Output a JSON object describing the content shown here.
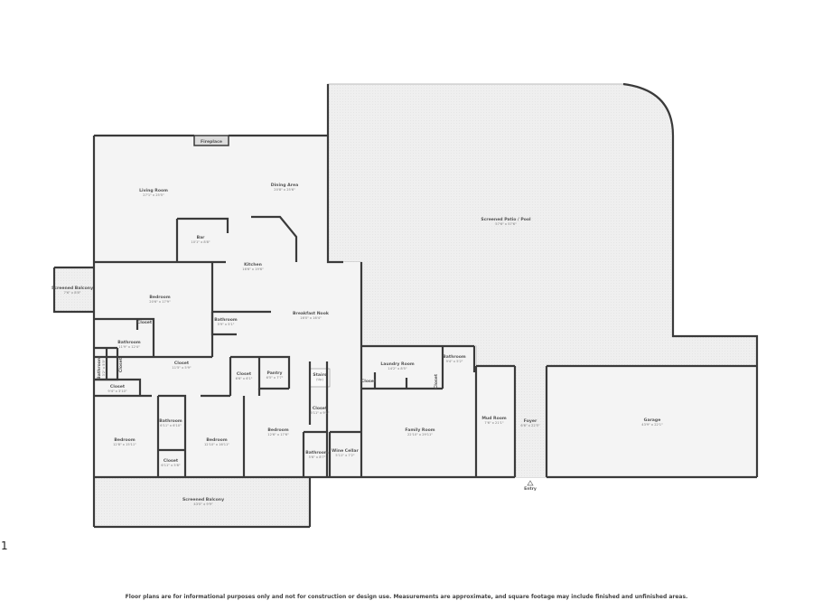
{
  "page_number": "1",
  "footer": "Floor plans are for informational purposes only and not for construction or design use. Measurements are approximate, and square footage may include finished and unfinished areas.",
  "colors": {
    "wall": "#3a3a3a",
    "floor": "#f4f4f4",
    "hatched_floor": "#ececec",
    "window": "#bdbdbd"
  },
  "rooms": [
    {
      "name": "Fireplace",
      "dims": ""
    },
    {
      "name": "Living Room",
      "dims": "27'1\" x 25'5\""
    },
    {
      "name": "Dining Area",
      "dims": "20'8\" x 25'6\""
    },
    {
      "name": "Bar",
      "dims": "10'1\" x 8'8\""
    },
    {
      "name": "Kitchen",
      "dims": "16'6\" x 19'6\""
    },
    {
      "name": "Screened Balcony",
      "dims": "7'6\" x 8'8\""
    },
    {
      "name": "Bedroom",
      "dims": "20'6\" x 17'9\""
    },
    {
      "name": "Breakfast Nook",
      "dims": "16'0\" x 16'4\""
    },
    {
      "name": "Bathroom",
      "dims": "5'9\" x 5'1\""
    },
    {
      "name": "Closet",
      "dims": ""
    },
    {
      "name": "Bathroom",
      "dims": "11'9\" x 12'4\""
    },
    {
      "name": "Bathroom",
      "dims": "3'2\" x 5'5\""
    },
    {
      "name": "Closet",
      "dims": ""
    },
    {
      "name": "Closet",
      "dims": "11'5\" x 5'9\""
    },
    {
      "name": "Closet",
      "dims": "9'4\" x 3'10\""
    },
    {
      "name": "Closet",
      "dims": "6'6\" x 6'1\""
    },
    {
      "name": "Pantry",
      "dims": "6'5\" x 7'7\""
    },
    {
      "name": "Stairs",
      "dims": "(Up)"
    },
    {
      "name": "Closet",
      "dims": "3'11\" x 9'1\""
    },
    {
      "name": "Bathroom",
      "dims": "6'11\" x 6'10\""
    },
    {
      "name": "Bedroom",
      "dims": "12'8\" x 15'11\""
    },
    {
      "name": "Bedroom",
      "dims": "12'10\" x 16'11\""
    },
    {
      "name": "Bedroom",
      "dims": "12'6\" x 17'6\""
    },
    {
      "name": "Closet",
      "dims": "6'11\" x 5'8\""
    },
    {
      "name": "Bathroom",
      "dims": "5'6\" x 8'7\""
    },
    {
      "name": "Wine Cellar",
      "dims": "5'11\" x 7'2\""
    },
    {
      "name": "Laundry Room",
      "dims": "14'2\" x 8'5\""
    },
    {
      "name": "Bathroom",
      "dims": "9'4\" x 5'2\""
    },
    {
      "name": "Closet",
      "dims": ""
    },
    {
      "name": "Closet",
      "dims": ""
    },
    {
      "name": "Family Room",
      "dims": "22'10\" x 29'11\""
    },
    {
      "name": "Mud Room",
      "dims": "7'6\" x 21'1\""
    },
    {
      "name": "Foyer",
      "dims": "6'6\" x 22'5\""
    },
    {
      "name": "Garage",
      "dims": "43'9\" x 22'1\""
    },
    {
      "name": "Screened Patio / Pool",
      "dims": "57'6\" x 57'6\""
    },
    {
      "name": "Screened Balcony",
      "dims": "43'0\" x 9'9\""
    },
    {
      "name": "Entry",
      "dims": ""
    }
  ]
}
